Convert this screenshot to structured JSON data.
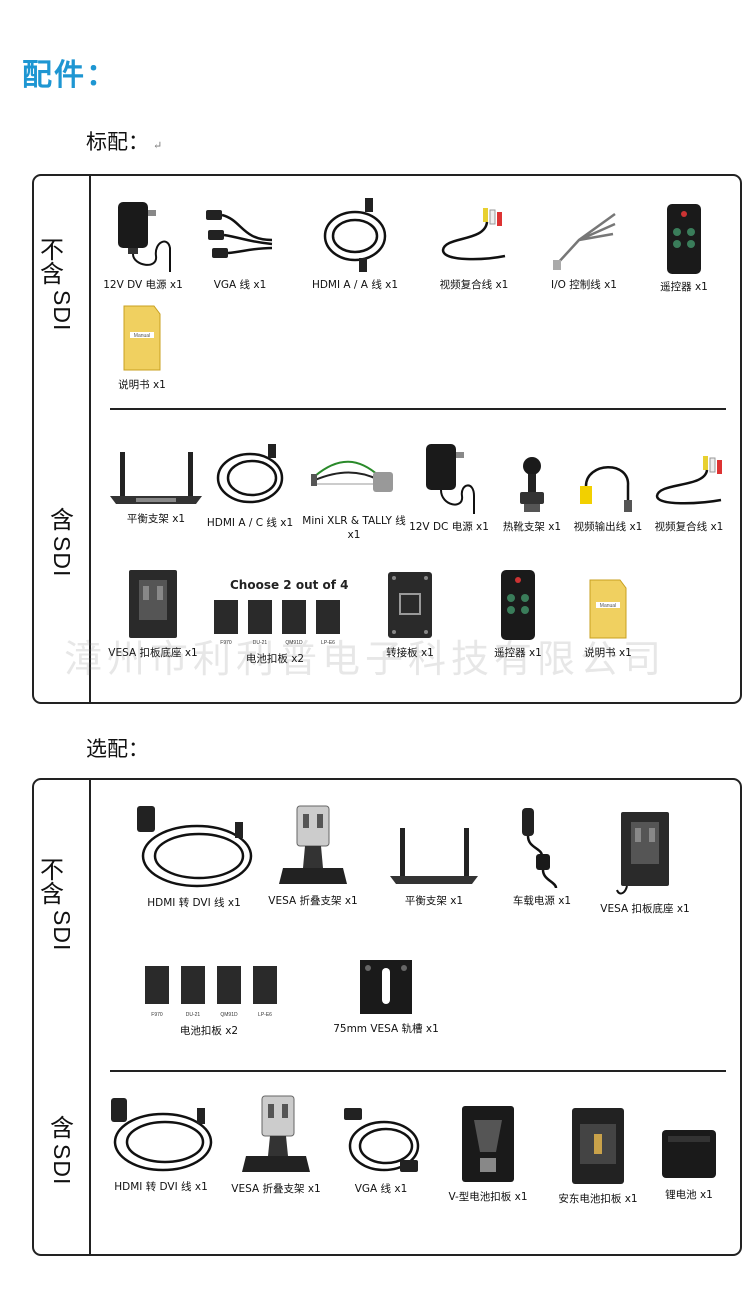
{
  "title": "配件：",
  "standard": {
    "label": "标配：",
    "return_mark": "↵",
    "no_sdi_label": {
      "cjk": "不含",
      "latin": "SDI"
    },
    "sdi_label": {
      "cjk": "含",
      "latin": "SDI"
    },
    "no_sdi_items": [
      {
        "caption": "12V DV 电源  x1",
        "icon": "power-adapter-icon"
      },
      {
        "caption": "VGA 线  x1",
        "icon": "vga-cable-icon"
      },
      {
        "caption": "HDMI A / A 线   x1",
        "icon": "hdmi-cable-icon"
      },
      {
        "caption": "视频复合线   x1",
        "icon": "av-cable-icon"
      },
      {
        "caption": "I/O 控制线  x1",
        "icon": "io-cable-icon"
      },
      {
        "caption": "遥控器  x1",
        "icon": "remote-icon"
      },
      {
        "caption": "说明书  x1",
        "icon": "manual-icon"
      }
    ],
    "sdi_items": [
      {
        "caption": "平衡支架  x1",
        "icon": "balance-bracket-icon"
      },
      {
        "caption": "HDMI   A / C 线  x1",
        "icon": "hdmi-cable-icon"
      },
      {
        "caption": "Mini XLR & TALLY 线  x1",
        "icon": "xlr-cable-icon"
      },
      {
        "caption": "12V DC 电源  x1",
        "icon": "power-adapter-icon"
      },
      {
        "caption": "热靴支架  x1",
        "icon": "hot-shoe-icon"
      },
      {
        "caption": "视频输出线  x1",
        "icon": "video-out-cable-icon"
      },
      {
        "caption": "视频复合线  x1",
        "icon": "av-cable-icon"
      },
      {
        "caption": "VESA 扣板底座  x1",
        "icon": "vesa-plate-icon"
      },
      {
        "caption": "电池扣板  x2",
        "icon": "battery-plates-icon"
      },
      {
        "caption": "转接板  x1",
        "icon": "adapter-plate-icon"
      },
      {
        "caption": "遥控器  x1",
        "icon": "remote-icon"
      },
      {
        "caption": "说明书  x1",
        "icon": "manual-icon"
      }
    ],
    "choose_text": "Choose 2 out of 4",
    "plate_labels": [
      "F970",
      "DU-21",
      "QM91D",
      "LP-E6"
    ],
    "manual_brand": "Manual",
    "watermark": "漳州市利利普电子科技有限公司"
  },
  "optional": {
    "label": "选配：",
    "no_sdi_label": {
      "cjk": "不含",
      "latin": "SDI"
    },
    "sdi_label": {
      "cjk": "含",
      "latin": "SDI"
    },
    "no_sdi_items": [
      {
        "caption": "HDMI 转 DVI 线  x1",
        "icon": "hdmi-dvi-cable-icon"
      },
      {
        "caption": "VESA 折叠支架  x1",
        "icon": "folding-stand-icon"
      },
      {
        "caption": "平衡支架  x1",
        "icon": "balance-bracket-icon"
      },
      {
        "caption": "车载电源  x1",
        "icon": "car-charger-icon"
      },
      {
        "caption": "VESA 扣板底座  x1",
        "icon": "vesa-plate-icon"
      },
      {
        "caption": "电池扣板  x2",
        "icon": "battery-plates-icon"
      },
      {
        "caption": "75mm VESA 轨槽  x1",
        "icon": "vesa-rail-icon"
      }
    ],
    "sdi_items": [
      {
        "caption": "HDMI 转 DVI 线  x1",
        "icon": "hdmi-dvi-cable-icon"
      },
      {
        "caption": "VESA 折叠支架   x1",
        "icon": "folding-stand-icon"
      },
      {
        "caption": "VGA 线  x1",
        "icon": "vga-cable-icon"
      },
      {
        "caption": "V-型电池扣板  x1",
        "icon": "v-mount-plate-icon"
      },
      {
        "caption": "安东电池扣板  x1",
        "icon": "anton-plate-icon"
      },
      {
        "caption": "锂电池  x1",
        "icon": "lithium-battery-icon"
      }
    ],
    "plate_labels": [
      "F970",
      "DU-21",
      "QM91D",
      "LP-E6"
    ]
  }
}
